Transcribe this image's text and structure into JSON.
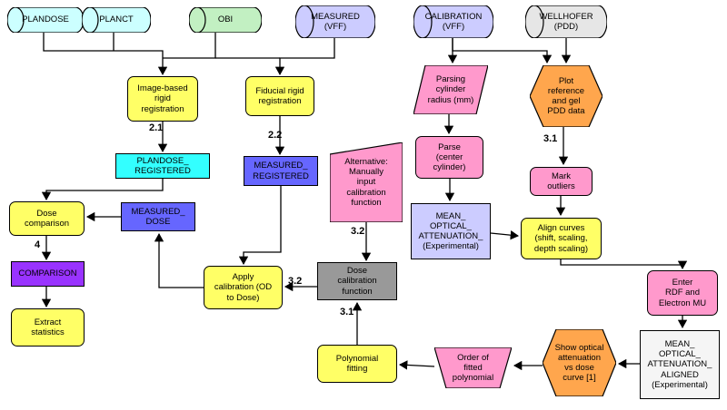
{
  "diagram": {
    "nodes": {
      "plandose": {
        "label": "PLANDOSE"
      },
      "planct": {
        "label": "PLANCT"
      },
      "obi": {
        "label": "OBI"
      },
      "measured_vff": {
        "label": "MEASURED\n(VFF)"
      },
      "calibration_vff": {
        "label": "CALIBRATION\n(VFF)"
      },
      "wellhofer_pdd": {
        "label": "WELLHOFER\n(PDD)"
      },
      "image_based_registration": {
        "label": "Image-based\nrigid\nregistration"
      },
      "fiducial_registration": {
        "label": "Fiducial rigid\nregistration"
      },
      "plandose_registered": {
        "label": "PLANDOSE_\nREGISTERED"
      },
      "measured_registered": {
        "label": "MEASURED_\nREGISTERED"
      },
      "alternative_manual_input": {
        "label": "Alternative:\nManually\ninput\ncalibration\nfunction"
      },
      "dose_comparison": {
        "label": "Dose\ncomparison"
      },
      "measured_dose": {
        "label": "MEASURED_\nDOSE"
      },
      "comparison": {
        "label": "COMPARISON"
      },
      "extract_statistics": {
        "label": "Extract\nstatistics"
      },
      "apply_calibration": {
        "label": "Apply\ncalibration (OD\nto Dose)"
      },
      "dose_calibration_function": {
        "label": "Dose\ncalibration\nfunction"
      },
      "polynomial_fitting": {
        "label": "Polynomial\nfitting"
      },
      "order_fitted_polynomial": {
        "label": "Order of\nfitted\npolynomial"
      },
      "show_optical_attenuation": {
        "label": "Show optical\nattenuation\nvs dose\ncurve [1]"
      },
      "mean_oa_aligned": {
        "label": "MEAN_\nOPTICAL_\nATTENUATION_\nALIGNED\n(Experimental)"
      },
      "enter_rdf": {
        "label": "Enter\nRDF and\nElectron MU"
      },
      "align_curves": {
        "label": "Align curves\n(shift, scaling,\ndepth scaling)"
      },
      "mark_outliers": {
        "label": "Mark\noutliers"
      },
      "plot_reference": {
        "label": "Plot\nreference\nand gel\nPDD data"
      },
      "parsing_cylinder_radius": {
        "label": "Parsing\ncylinder\nradius (mm)"
      },
      "parse_center_cylinder": {
        "label": "Parse\n(center\ncylinder)"
      },
      "mean_oa_experimental": {
        "label": "MEAN_\nOPTICAL_\nATTENUATION_\n(Experimental)"
      }
    },
    "edge_labels": {
      "l21": "2.1",
      "l22": "2.2",
      "l4": "4",
      "l32a": "3.2",
      "l32b": "3.2",
      "l31a": "3.1",
      "l31b": "3.1"
    },
    "colors": {
      "cyanLight": "#CCFFFF",
      "cyanBright": "#33FFFF",
      "green": "#C2F0C2",
      "lavender": "#CCCCFF",
      "grayLight": "#E6E6E6",
      "grayWhite": "#F5F5F5",
      "yellow": "#FFFF66",
      "blue": "#6666FF",
      "purple": "#9933FF",
      "pink": "#FF99CC",
      "orange": "#FFA64D",
      "gray": "#999999",
      "line": "#000000"
    }
  }
}
